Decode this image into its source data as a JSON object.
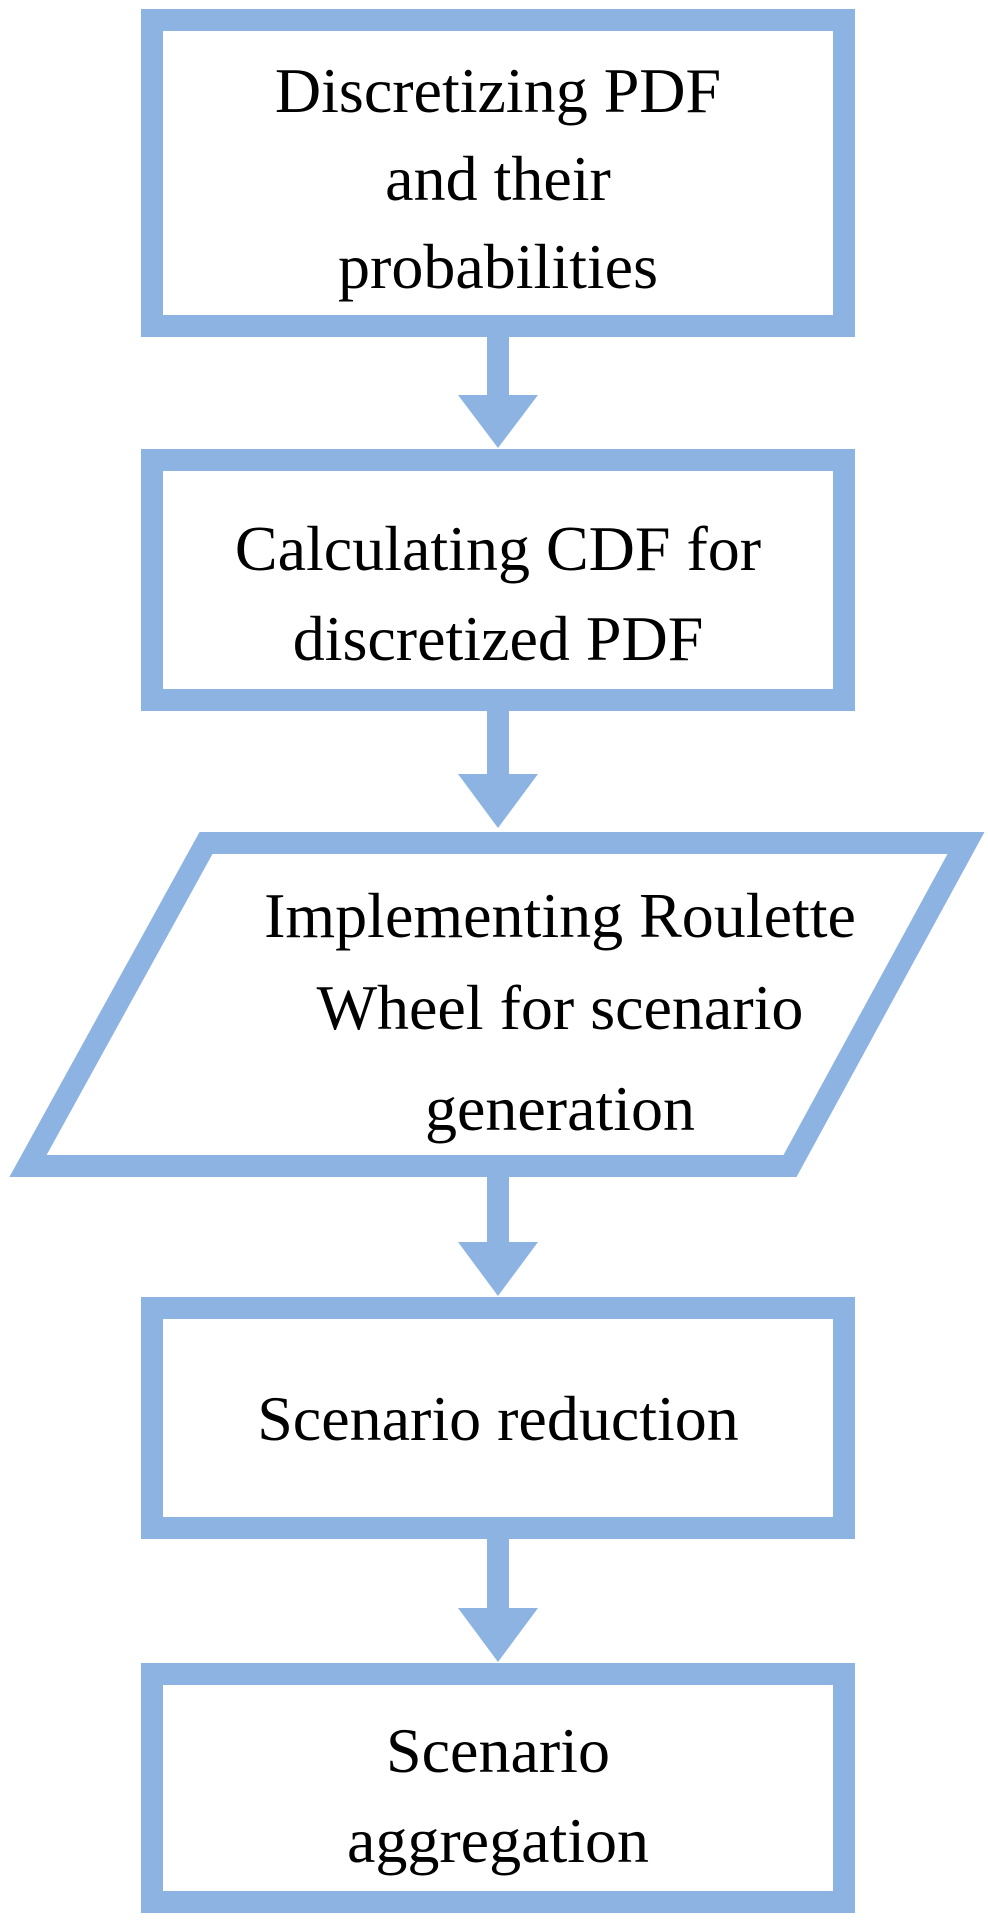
{
  "colors": {
    "stroke": "#8DB3E2",
    "text": "#000000",
    "background": "#FFFFFF"
  },
  "steps": [
    {
      "shape": "rectangle",
      "lines": [
        "Discretizing PDF",
        "and their",
        "probabilities"
      ]
    },
    {
      "shape": "rectangle",
      "lines": [
        "Calculating CDF for",
        "discretized PDF"
      ]
    },
    {
      "shape": "parallelogram",
      "lines": [
        "Implementing Roulette",
        "Wheel for scenario",
        "generation"
      ]
    },
    {
      "shape": "rectangle",
      "lines": [
        "Scenario reduction"
      ]
    },
    {
      "shape": "rectangle",
      "lines": [
        "Scenario",
        "aggregation"
      ]
    }
  ]
}
